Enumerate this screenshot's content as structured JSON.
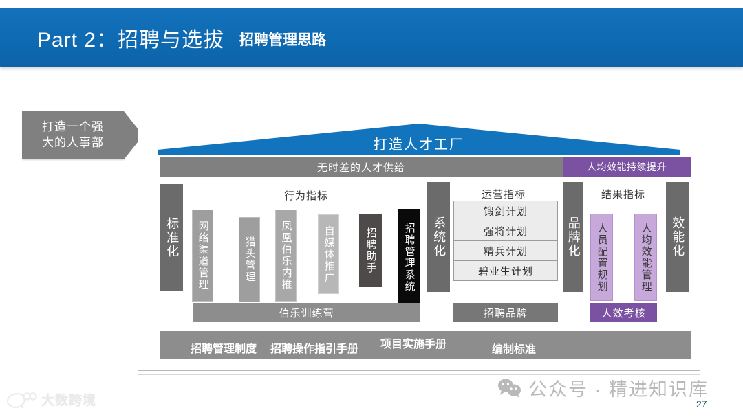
{
  "header": {
    "title": "Part 2：招聘与选拔",
    "subtitle": "招聘管理思路"
  },
  "callout": {
    "line1": "打造一个强",
    "line2": "大的人事部"
  },
  "diagram": {
    "roof_label": "打造人才工厂",
    "banner": {
      "gray_label": "无时差的人才供给",
      "purple_label": "人均效能持续提升"
    },
    "captions": {
      "behavior": "行为指标",
      "operation": "运营指标",
      "result": "结果指标"
    },
    "outer_pillars": {
      "left": "标准化",
      "mid": "系统化",
      "brand": "品牌化",
      "right": "效能化"
    },
    "behavior_pillars": [
      {
        "label": "网络渠道管理",
        "color": "#9e9e9e"
      },
      {
        "label": "猎头管理",
        "color": "#9e9e9e"
      },
      {
        "label": "凤凰伯乐内推",
        "color": "#a8a8a8"
      },
      {
        "label": "自媒体推广",
        "color": "#b7b7b7"
      },
      {
        "label": "招聘助手",
        "color": "#4f4a4a"
      },
      {
        "label": "招聘管理系统",
        "color": "#0a0a0a"
      }
    ],
    "plans": [
      "锻剑计划",
      "强将计划",
      "精兵计划",
      "碧业生计划"
    ],
    "result_pillars": [
      "人员配置规划",
      "人均效能管理"
    ],
    "base_bars": {
      "behavior": "伯乐训练营",
      "operation": "招聘品牌",
      "result": "人效考核"
    },
    "bottom_labels": [
      "招聘管理制度",
      "招聘操作指引手册",
      "项目实施手册",
      "编制标准"
    ]
  },
  "footer": {
    "watermark_left": "大数跨境",
    "watermark_right": "公众号 · 精进知识库",
    "page_number": "27"
  },
  "colors": {
    "header_blue": "#0f6cb4",
    "roof_blue": "#1274bd",
    "gray": "#808080",
    "dark_gray": "#6b6b6b",
    "purple": "#7a52a1",
    "light_purple": "#c6a8da",
    "black": "#0a0a0a"
  }
}
